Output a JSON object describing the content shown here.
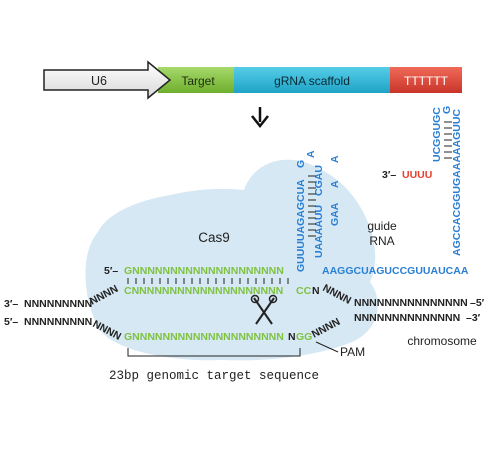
{
  "construct": {
    "promoter": "U6",
    "target": "Target",
    "scaffold": "gRNA scaffold",
    "terminator": "TTTTTT"
  },
  "labels": {
    "cas9": "Cas9",
    "guide_rna_line1": "guide",
    "guide_rna_line2": "RNA",
    "pam": "PAM",
    "chromosome": "chromosome",
    "target_sequence": "23bp genomic target sequence",
    "five_prime": "5′–",
    "three_prime": "3′–",
    "three_prime_dash": "–3′",
    "five_prime_dash": "–5′"
  },
  "sequences": {
    "guide_green": "GNNNNNNNNNNNNNNNNNNNN",
    "guide_tail": "AAGGCUAGUCCGUUAUCAA",
    "loop1_left": "GUUUUAGAGCUA",
    "loop1_mid": "UAAAAUU",
    "loop1_a1": "G",
    "loop1_a2": "A",
    "loop1_cgau": "CGAU",
    "loop1_gaa": "GAA",
    "loop1_a3": "A",
    "loop1_a4": "A",
    "loop2_left": "UCGGUGC",
    "loop2_right": "AGCCACGGUGAAAAAGUUC",
    "loop2_g": "G",
    "poly_u": "UUUU",
    "top_strand_green": "CNNNNNNNNNNNNNNNNNNNN",
    "top_strand_cc": "CC",
    "top_strand_n": "N",
    "bottom_strand_green": "GNNNNNNNNNNNNNNNNNNNN",
    "bottom_strand_n": "N",
    "bottom_strand_gg": "GG",
    "left_top": "NNNNNNNNN",
    "left_bottom": "NNNNNNNNN",
    "right_top": "NNNNNNNNNNNNNNN",
    "right_bottom": "NNNNNNNNNNNNNN",
    "left_ramp_top": "NNNN",
    "left_ramp_bottom": "NNNN",
    "right_ramp_top": "NNNN",
    "right_ramp_bottom": "NNNN"
  },
  "colors": {
    "target_green": "#8bc34a",
    "scaffold_blue": "#26b5d6",
    "terminator_red": "#e0463a",
    "rna_blue": "#2a7fd4",
    "dna_green": "#7fc241",
    "cas9_fill": "#d6e8f3",
    "poly_u_red": "#e8402f"
  },
  "icons": [
    "down-arrow-icon",
    "scissors-icon"
  ]
}
